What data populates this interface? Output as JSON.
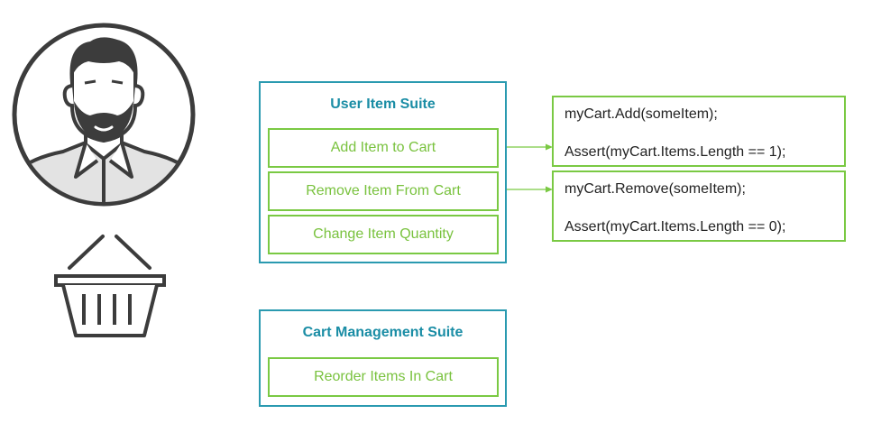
{
  "suites": [
    {
      "title": "User Item Suite",
      "items": [
        "Add Item to Cart",
        "Remove Item From Cart",
        "Change Item Quantity"
      ]
    },
    {
      "title": "Cart Management Suite",
      "items": [
        "Reorder Items In Cart"
      ]
    }
  ],
  "code_blocks": [
    {
      "lines": [
        "myCart.Add(someItem);",
        "Assert(myCart.Items.Length == 1);"
      ]
    },
    {
      "lines": [
        "myCart.Remove(someItem);",
        "Assert(myCart.Items.Length == 0);"
      ]
    }
  ],
  "icons": {
    "user": "bearded-user-avatar-icon",
    "basket": "shopping-basket-icon"
  },
  "colors": {
    "suite_border": "#2a9ab0",
    "suite_title": "#1a8da5",
    "item_green": "#7ac943",
    "icon_dark": "#3c3c3c"
  }
}
